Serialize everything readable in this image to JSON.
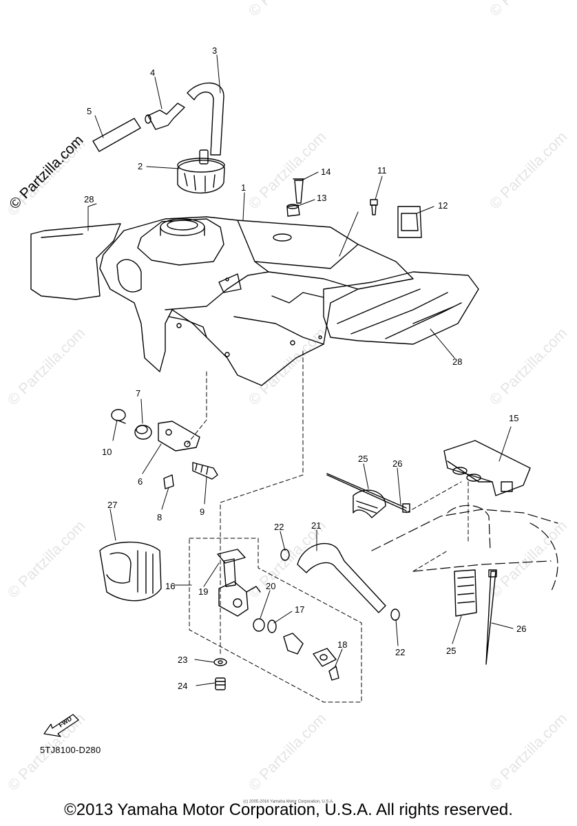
{
  "watermark": {
    "text": "© Partzilla.com",
    "feature_text": "© Partzilla.com",
    "color": "#cfcfcf"
  },
  "diagram": {
    "code": "5TJ8100-D280",
    "fwd_label": "FWD",
    "callouts": [
      "1",
      "2",
      "3",
      "4",
      "5",
      "6",
      "7",
      "8",
      "9",
      "10",
      "11",
      "12",
      "13",
      "14",
      "15",
      "16",
      "17",
      "18",
      "19",
      "20",
      "21",
      "22",
      "22",
      "23",
      "24",
      "25",
      "25",
      "26",
      "26",
      "27",
      "28",
      "28"
    ]
  },
  "footer": {
    "copyright": "©2013 Yamaha Motor Corporation, U.S.A. All rights reserved.",
    "small_copyright": "(c) 2005-2016 Yamaha Motor Corporation, U.S.A."
  }
}
